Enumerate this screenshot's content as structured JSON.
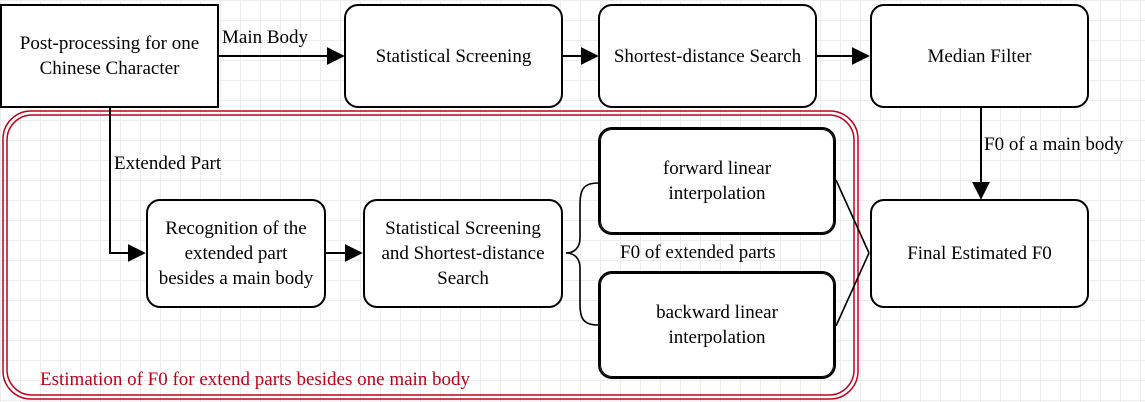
{
  "nodes": {
    "postproc": "Post-processing for one Chinese Character",
    "stat_screen": "Statistical Screening",
    "shortest": "Shortest-distance Search",
    "median": "Median Filter",
    "recognition": "Recognition of the extended part besides a main body",
    "stat_short": "Statistical Screening and Shortest-distance Search",
    "forward": "forward linear interpolation",
    "backward": "backward linear interpolation",
    "final": "Final Estimated F0"
  },
  "edges": {
    "main_body": "Main Body",
    "extended_part": "Extended Part",
    "f0_main": "F0 of a main body",
    "f0_extended": "F0 of extended parts"
  },
  "region": {
    "label": "Estimation of F0 for extend parts besides one main body",
    "color": "#c0001a"
  }
}
